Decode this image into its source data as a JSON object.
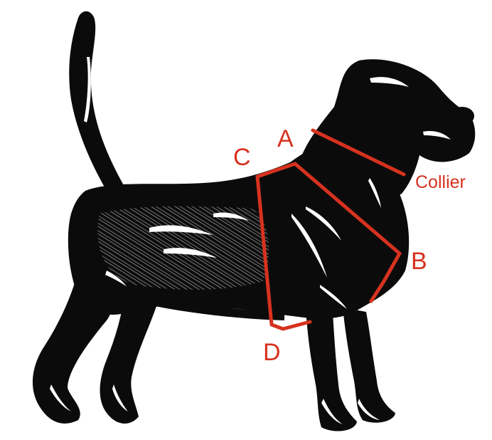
{
  "colors": {
    "ink": "#0b0b0b",
    "measure": "#d6321f",
    "highlight": "#ffffff",
    "background": "#ffffff"
  },
  "labels": {
    "a": "A",
    "b": "B",
    "c": "C",
    "d": "D",
    "collar": "Collier"
  },
  "icons": {
    "figure": "dog-silhouette-icon"
  }
}
